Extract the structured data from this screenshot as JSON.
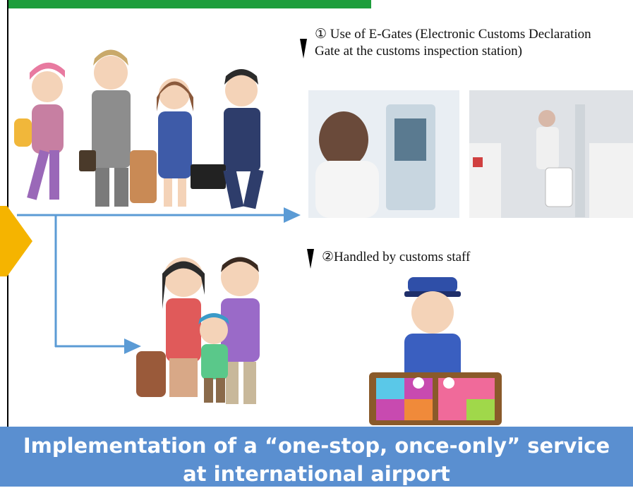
{
  "flow": {
    "option_1": {
      "number": "①",
      "text": "Use of E-Gates (Electronic Customs Declaration Gate at the customs inspection station)"
    },
    "option_2": {
      "number": "②",
      "text": "Handled by customs staff"
    }
  },
  "banner": {
    "title": "Implementation of a “one-stop, once-only” service at international airport"
  },
  "colors": {
    "arrow": "#5b9bd5",
    "banner_bg": "#5a8fd0",
    "top_bar": "#1e9e3c",
    "chevron": "#f5b400"
  },
  "icons": [
    "travelers-group-illustration",
    "family-illustration",
    "customs-officer-illustration",
    "egate-kiosk-photo",
    "egate-gate-photo"
  ]
}
